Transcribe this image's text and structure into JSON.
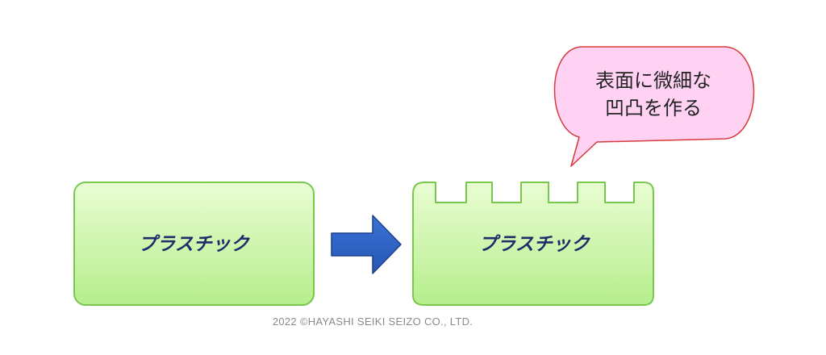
{
  "before_block": {
    "label": "プラスチック"
  },
  "after_block": {
    "label": "プラスチック"
  },
  "arrow": {
    "icon": "right-arrow-icon"
  },
  "speech_bubble": {
    "line1": "表面に微細な",
    "line2": "凹凸を作る"
  },
  "copyright": "2022 ©HAYASHI SEIKI SEIZO CO., LTD.",
  "colors": {
    "block_fill_top": "#e9fcd3",
    "block_fill_bottom": "#b6ee8c",
    "block_stroke": "#78c84e",
    "label_text": "#1f2d6b",
    "arrow_fill": "#2f63c7",
    "arrow_stroke": "#1c3f8a",
    "bubble_fill": "#ffd2f4",
    "bubble_stroke": "#d63a3a",
    "copyright_text": "#8a8a8a"
  }
}
